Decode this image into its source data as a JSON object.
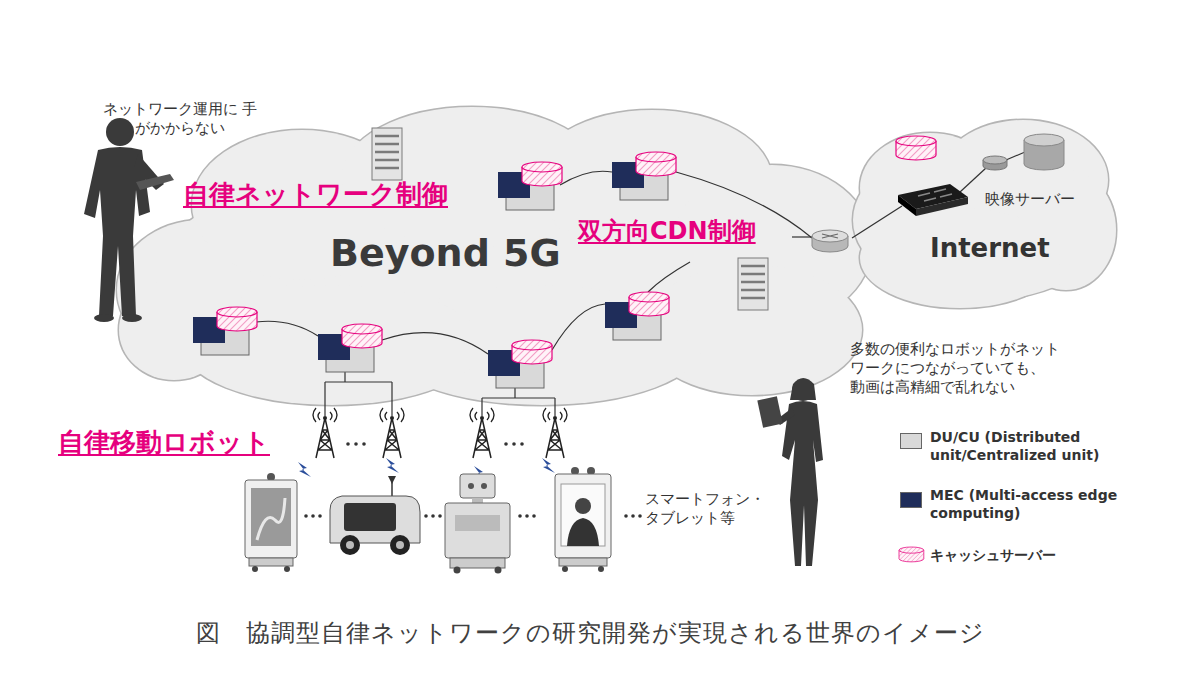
{
  "diagram": {
    "caption": "図　協調型自律ネットワークの研究開発が実現される世界のイメージ",
    "nodes": [
      {
        "text": [
          "自律ネットワーク制御",
          "Beyond 5G",
          "双方向CDN制御"
        ]
      },
      {
        "text": [
          "Internet",
          "映像サーバー"
        ]
      }
    ],
    "labels": [
      "ネットワーク運用に 手がかからない",
      "自律移動ロボット",
      "多数の便利なロボットがネット ワークにつながっていても、 動画は高精細で乱れない",
      "スマートフォン・ タブレット等"
    ],
    "legend": [
      {
        "text": "DU/CU (Distributed unit/Centralized unit)",
        "color": "#d9d9d9"
      },
      {
        "text": "MEC (Multi-access edge computing)",
        "color": "#1f2d5a"
      },
      {
        "text": "キャッシュサーバー"
      }
    ]
  }
}
